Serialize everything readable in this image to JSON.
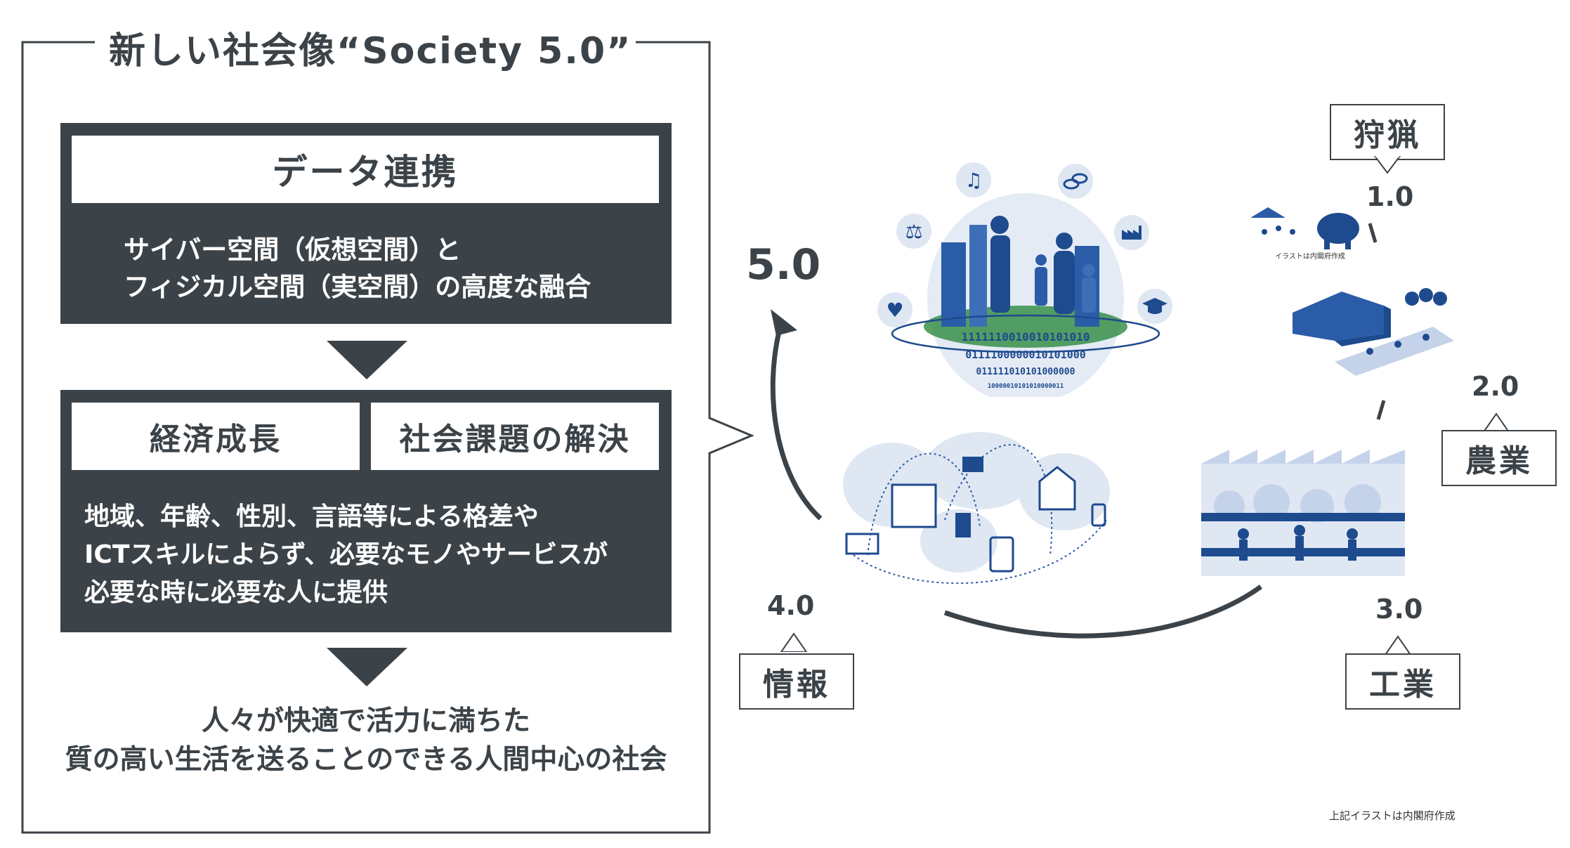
{
  "panel": {
    "title": "新しい社会像“Society 5.0”",
    "box1": {
      "heading": "データ連携",
      "line1": "サイバー空間（仮想空間）と",
      "line2": "フィジカル空間（実空間）の高度な融合"
    },
    "box2": {
      "heading_left": "経済成長",
      "heading_right": "社会課題の解決",
      "line1": "地域、年齢、性別、言語等による格差や",
      "line2": "ICTスキルによらず、必要なモノやサービスが",
      "line3": "必要な時に必要な人に提供"
    },
    "outcome": {
      "line1": "人々が快適で活力に満ちた",
      "line2": "質の高い生活を送ることのできる人間中心の社会"
    }
  },
  "cycle": {
    "s5": {
      "num": "5.0"
    },
    "s1": {
      "num": "1.0",
      "label": "狩猟"
    },
    "s2": {
      "num": "2.0",
      "label": "農業"
    },
    "s3": {
      "num": "3.0",
      "label": "工業"
    },
    "s4": {
      "num": "4.0",
      "label": "情報"
    }
  },
  "illustrations": {
    "society5_binary": [
      "1111110010010101010",
      "0111100000010101000",
      "011111010101000000",
      "10000010101010000011"
    ],
    "hunting_credit": "イラストは内閣府作成"
  },
  "credit": "上記イラストは内閣府作成",
  "colors": {
    "dark": "#3c4348",
    "accent_blue": "#1e5aa8",
    "light_blue": "#c5d3ea",
    "icon_blue": "#2a5ca8"
  },
  "icons": [
    "music-icon",
    "link-icon",
    "factory-icon",
    "graduation-cap-icon",
    "health-icon",
    "scales-icon"
  ]
}
